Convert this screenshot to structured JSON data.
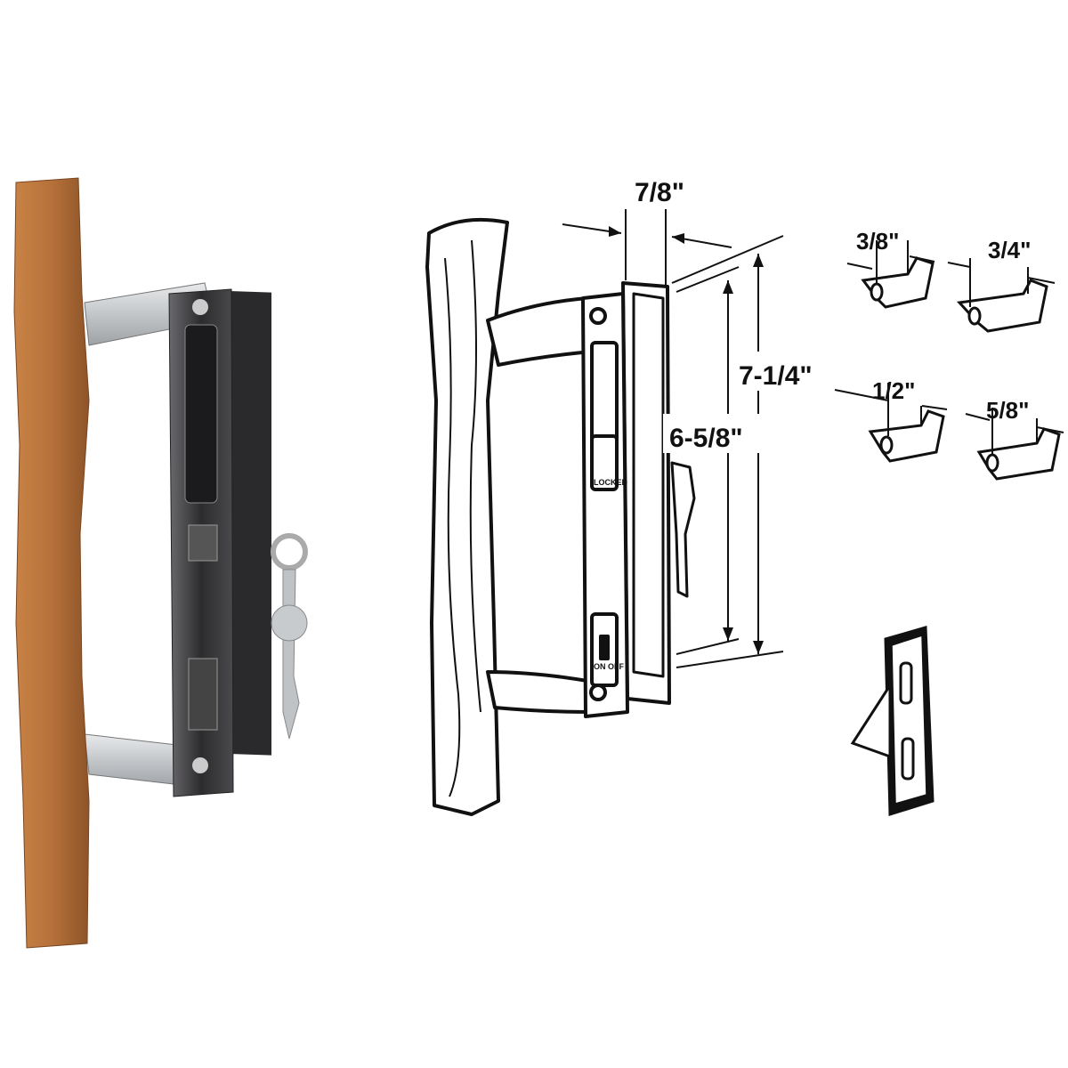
{
  "photo": {
    "wood_color": "#b5713a",
    "metal_color": "#3a3a3c",
    "bracket_color": "#c9ccd0"
  },
  "diagram": {
    "dimensions": {
      "depth": "7/8\"",
      "overall_height": "7-1/4\"",
      "hole_spacing": "6-5/8\""
    },
    "faceplate_labels": {
      "lock_indicator": "LOCKED",
      "switch": "ON OFF"
    },
    "keepers": [
      {
        "label": "3/8\""
      },
      {
        "label": "3/4\""
      },
      {
        "label": "1/2\""
      },
      {
        "label": "5/8\""
      }
    ]
  }
}
